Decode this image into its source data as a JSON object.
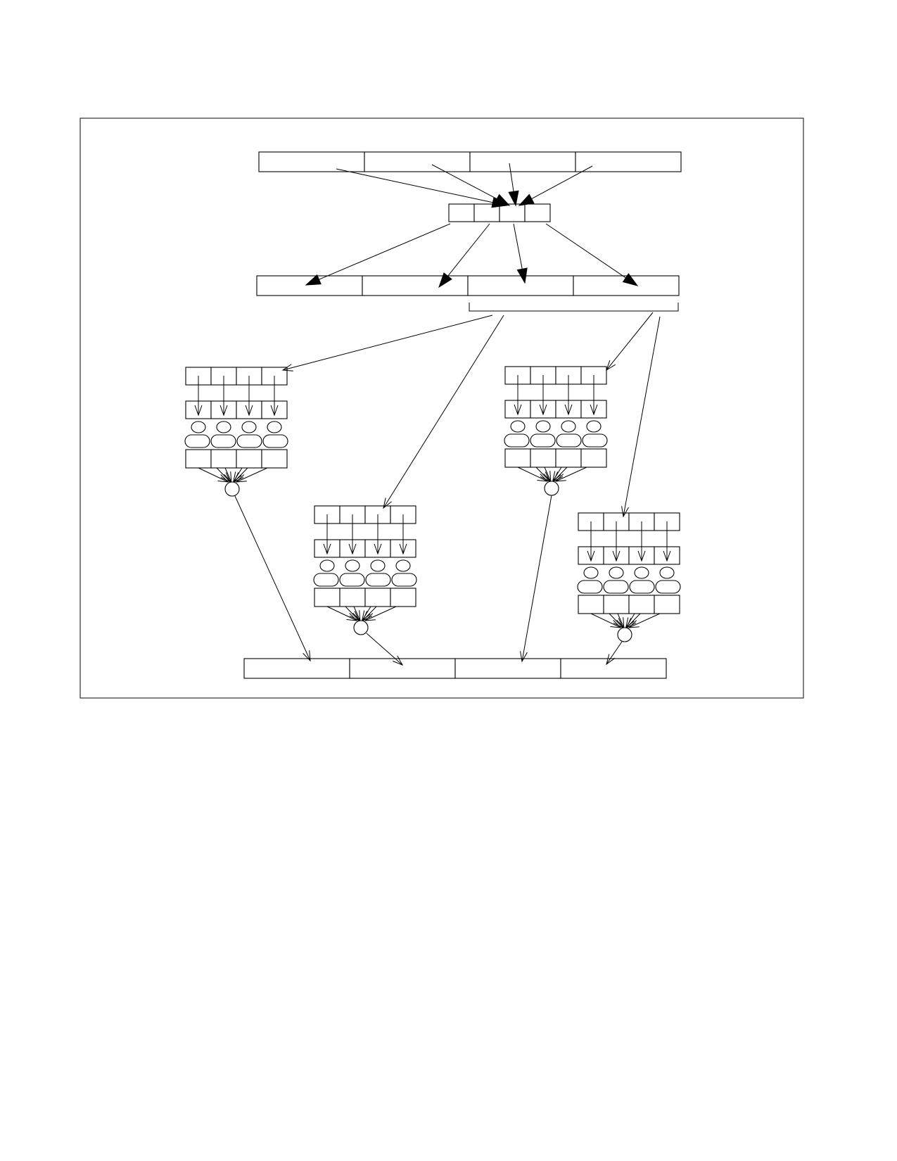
{
  "diagram": {
    "colors": {
      "stroke": "#000000",
      "background": "#ffffff"
    },
    "top_array_cells": 4,
    "middle_array_cells": 4,
    "split_array_cells": 4,
    "output_array_cells": 4,
    "pipeline_lanes": 4,
    "pipeline_block_count": 4
  }
}
